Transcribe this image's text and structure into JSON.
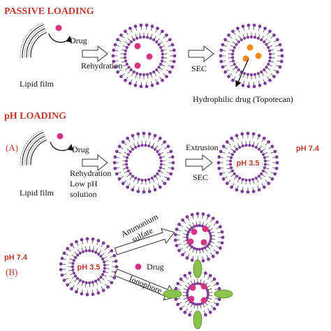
{
  "colors": {
    "heading": "#c0392b",
    "lipid_head": "#7d3c98",
    "lipid_tail": "#333333",
    "drug_magenta": "#d63384",
    "drug_orange": "#f08c1e",
    "ionophore_green": "#8bc34a",
    "ph_label": "#c0392b"
  },
  "passive": {
    "heading": "PASSIVE  LOADING",
    "drug": "Drug",
    "rehydration": "Rehydration",
    "lipid_film": "Lipid film",
    "sec": "SEC",
    "hydrophilic": "Hydrophilic drug (Topotecan)"
  },
  "ph_loading": {
    "heading": "pH  LOADING",
    "a": {
      "letter": "(A)",
      "drug": "Drug",
      "rehydration": "Rehydration",
      "low_ph_1": "Low pH",
      "low_ph_2": "solution",
      "lipid_film": "Lipid film",
      "extrusion": "Extrusion",
      "sec": "SEC",
      "inner_ph": "pH 3.5",
      "outer_ph": "pH 7.4"
    },
    "b": {
      "letter": "(B)",
      "outer_ph": "pH 7.4",
      "inner_ph": "pH 3.5",
      "ammonium_1": "Ammonium",
      "ammonium_2": "sulfate",
      "drug": "Drug",
      "ionophore": "Ionophore"
    }
  }
}
